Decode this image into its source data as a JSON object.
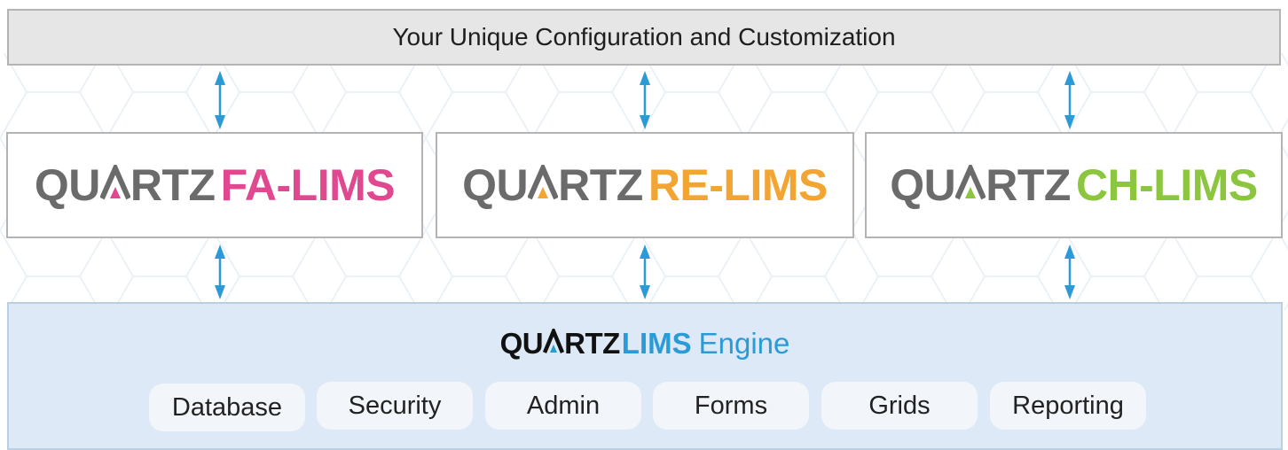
{
  "top_bar": {
    "label": "Your Unique Configuration and Customization"
  },
  "products": [
    {
      "brand": "QUARTZ",
      "suffix": "FA-LIMS",
      "accent": "#e0488f"
    },
    {
      "brand": "QUARTZ",
      "suffix": "RE-LIMS",
      "accent": "#f2a533"
    },
    {
      "brand": "QUARTZ",
      "suffix": "CH-LIMS",
      "accent": "#8cc63f"
    }
  ],
  "engine": {
    "brand": "QUARTZ",
    "suffix": "LIMS",
    "word": "Engine",
    "accent": "#2a9bd6",
    "modules": [
      "Database",
      "Security",
      "Admin",
      "Forms",
      "Grids",
      "Reporting"
    ]
  },
  "colors": {
    "arrow": "#2a9bd6",
    "brand_gray": "#6b6b6b",
    "engine_bg": "#dde9f6"
  }
}
